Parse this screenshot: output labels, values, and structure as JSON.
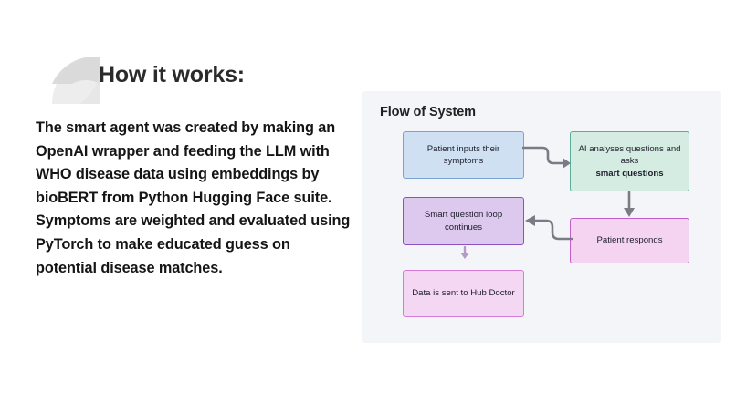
{
  "slide": {
    "title": "How it works:",
    "body": "The smart agent was created by making an OpenAI wrapper and feeding the LLM with WHO disease data using embeddings by bioBERT from Python Hugging Face suite. Symptoms are weighted and evaluated using PyTorch to make educated guess on potential disease matches."
  },
  "decor": {
    "shape": "quarter-circle",
    "color_outer": "#eeeeee",
    "color_inner": "#d8d8d8"
  },
  "diagram": {
    "title": "Flow of System",
    "panel_background": "#f4f5f9",
    "nodes": [
      {
        "id": "patient-inputs",
        "label": "Patient inputs their symptoms",
        "fill": "#cfe0f3",
        "border": "#7ba3d0"
      },
      {
        "id": "ai-analyses",
        "label": "AI analyses questions and asks",
        "label_bold": "smart questions",
        "fill": "#d5ece3",
        "border": "#5bab96"
      },
      {
        "id": "patient-responds",
        "label": "Patient responds",
        "fill": "#f4d4f1",
        "border": "#c45cc9"
      },
      {
        "id": "smart-loop",
        "label": "Smart question loop continues",
        "fill": "#ddc9ee",
        "border": "#8c4fc4"
      },
      {
        "id": "hub-doctor",
        "label": "Data is sent to Hub Doctor",
        "fill": "#f3d7f3",
        "border": "#d87ad8"
      }
    ],
    "connectors": [
      {
        "id": "patient-inputs-to-ai-analyses",
        "style": "elbow-right",
        "color": "#7b7b86"
      },
      {
        "id": "ai-analyses-to-patient-responds",
        "style": "straight-down",
        "color": "#7b7b86"
      },
      {
        "id": "patient-responds-to-smart-loop",
        "style": "elbow-left",
        "color": "#7b7b86"
      },
      {
        "id": "smart-loop-to-hub-doctor",
        "style": "straight-down",
        "color": "#b59ac9"
      }
    ]
  }
}
